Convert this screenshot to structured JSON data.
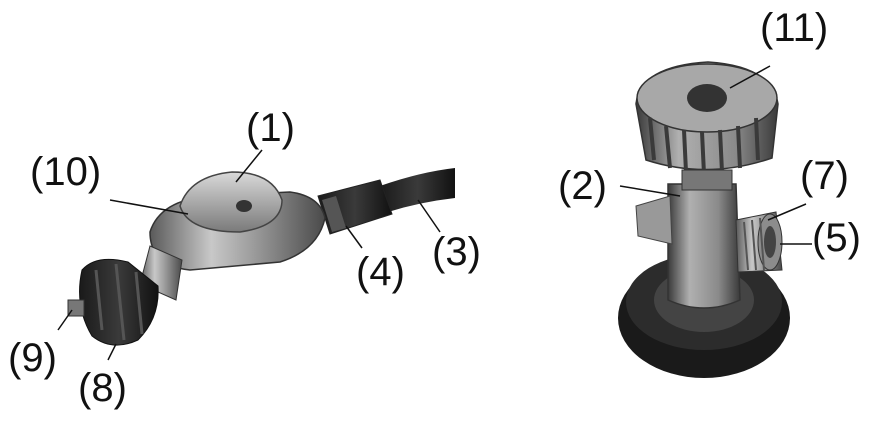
{
  "diagram": {
    "labels": [
      {
        "id": "1",
        "text": "(1)"
      },
      {
        "id": "2",
        "text": "(2)"
      },
      {
        "id": "3",
        "text": "(3)"
      },
      {
        "id": "4",
        "text": "(4)"
      },
      {
        "id": "5",
        "text": "(5)"
      },
      {
        "id": "7",
        "text": "(7)"
      },
      {
        "id": "8",
        "text": "(8)"
      },
      {
        "id": "9",
        "text": "(9)"
      },
      {
        "id": "10",
        "text": "(10)"
      },
      {
        "id": "11",
        "text": "(11)"
      }
    ]
  }
}
